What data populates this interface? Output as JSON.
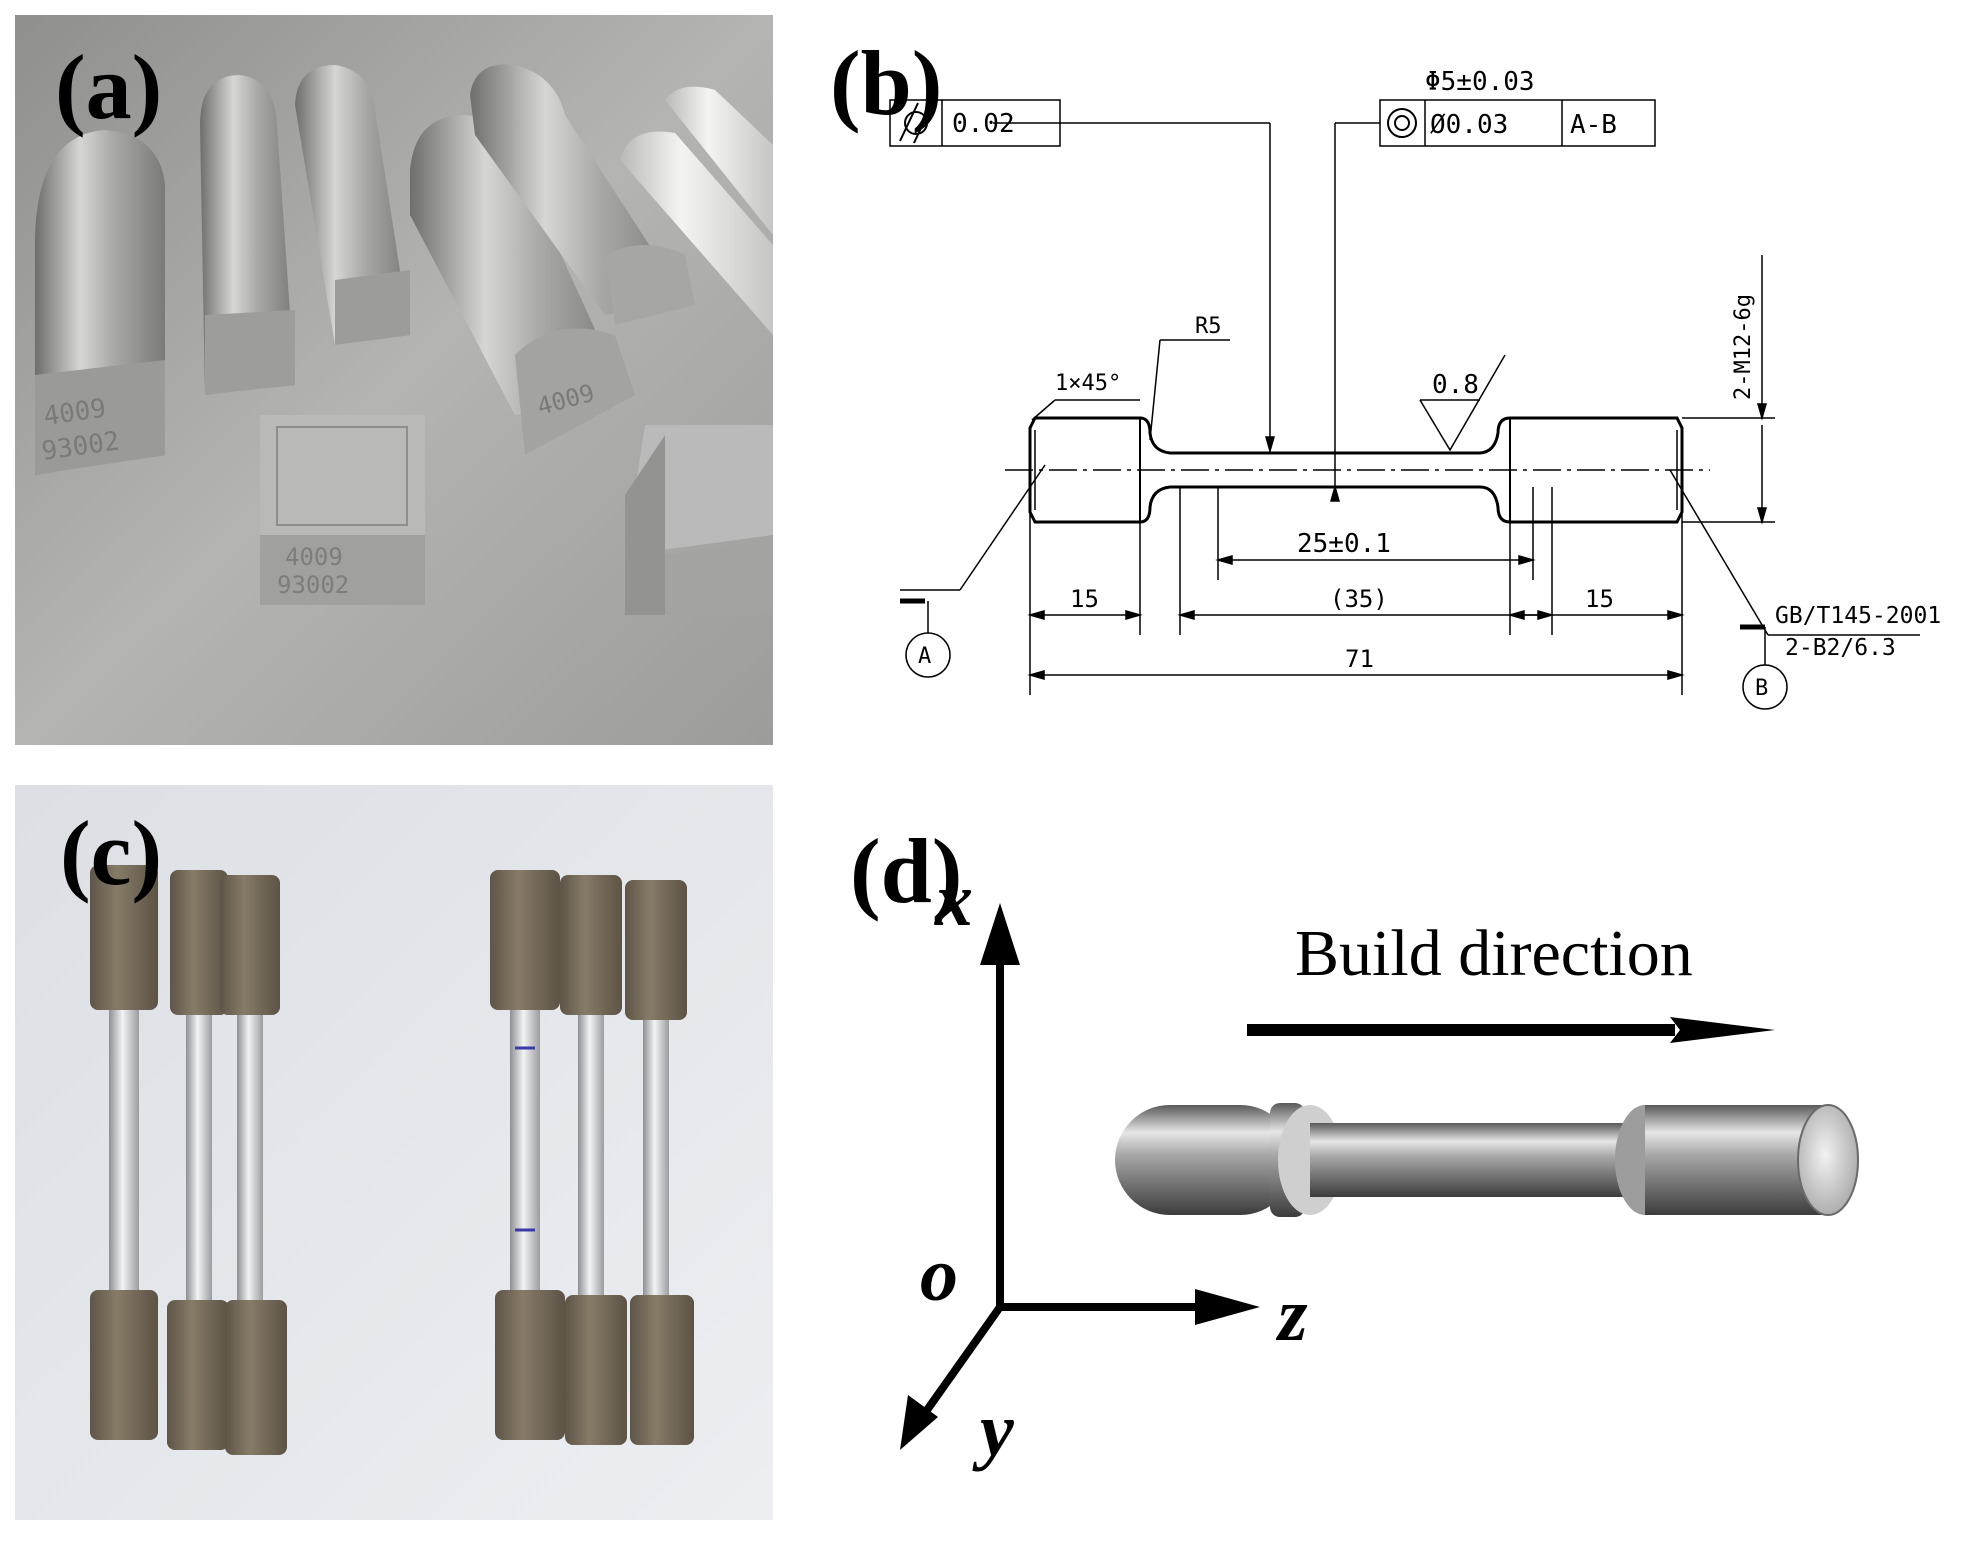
{
  "panels": {
    "a": {
      "label": "(a)",
      "marks": [
        "4009",
        "93002"
      ]
    },
    "b": {
      "label": "(b)",
      "drawing": {
        "fcf_left": {
          "symbol": "cylindricity-icon",
          "tolerance": "0.02"
        },
        "fcf_right": {
          "dia_note": "Φ5±0.03",
          "symbol": "concentricity-icon",
          "tolerance": "Ø0.03",
          "datum": "A-B"
        },
        "radius": "R5",
        "chamfer": "1×45°",
        "roughness": "0.8",
        "thread": "2-M12-6g",
        "gauge_length": "25±0.1",
        "parallel_length": "(35)",
        "grip_left": "15",
        "grip_right": "15",
        "overall_length": "71",
        "standard": "GB/T145-2001",
        "center_hole": "2-B2/6.3",
        "datum_a": "A",
        "datum_b": "B"
      }
    },
    "c": {
      "label": "(c)"
    },
    "d": {
      "label": "(d)",
      "build_direction": "Build direction",
      "axes": {
        "x": "x",
        "y": "y",
        "z": "z",
        "origin": "o"
      }
    }
  },
  "colors": {
    "photo_a_bg": "#b7b7b5",
    "photo_c_bg": "#e7e9ee",
    "specimen_bronze": "#7d7262",
    "steel": "#c8c8c8"
  }
}
